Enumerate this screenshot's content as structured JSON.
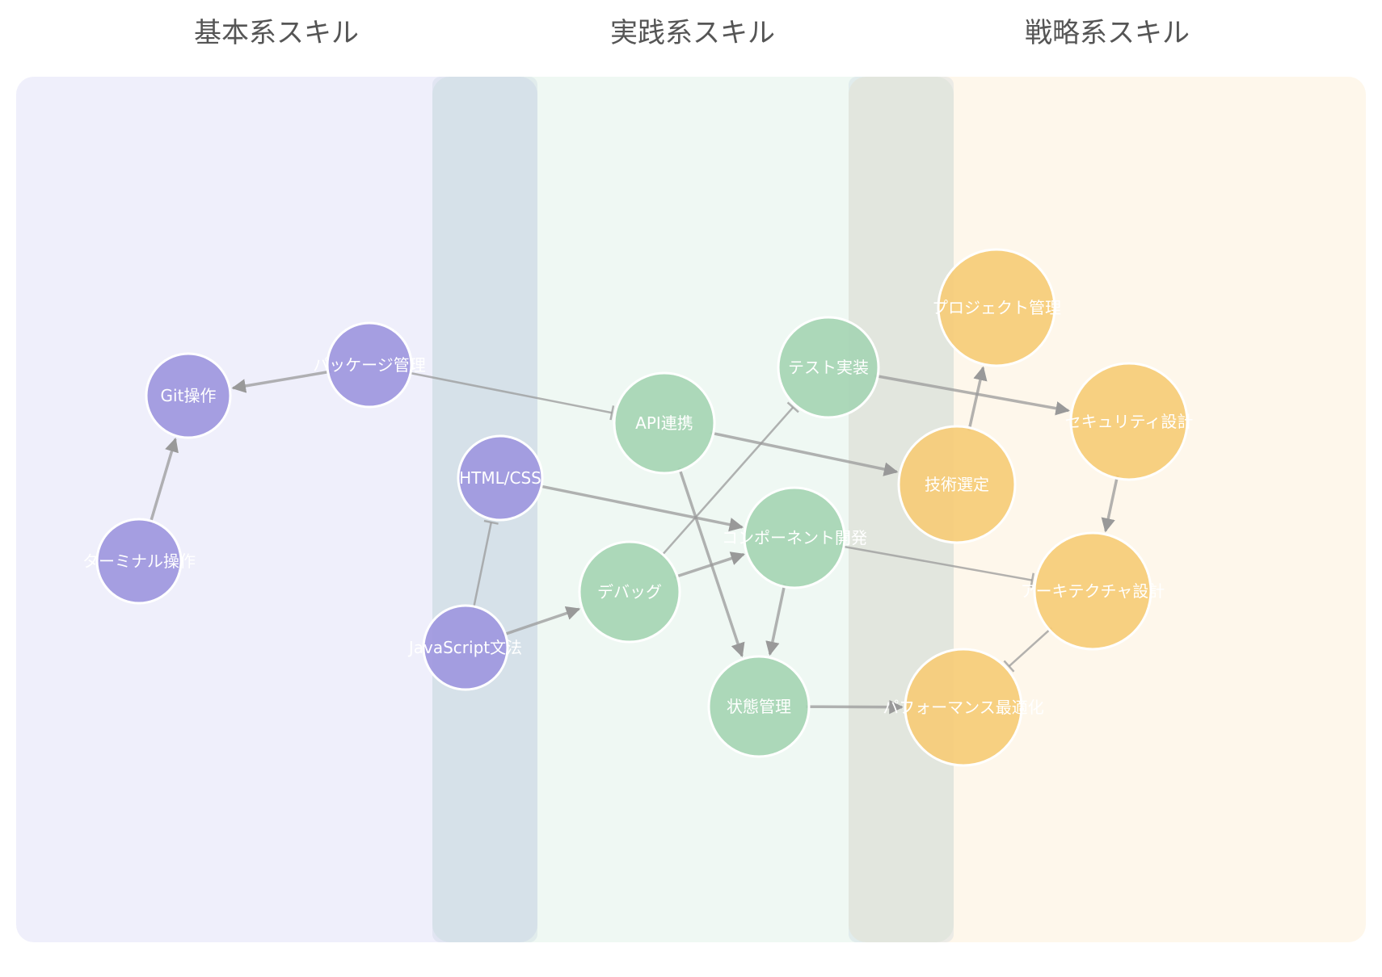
{
  "columns": [
    {
      "title": "基本系スキル",
      "color": "#7d7fe0"
    },
    {
      "title": "実践系スキル",
      "color": "#7fc79b"
    },
    {
      "title": "戦略系スキル",
      "color": "#f5c15a"
    }
  ],
  "overlap_color": "#b8c7d8",
  "node_colors": {
    "basic": "#9e97de",
    "practice": "#a6d5b4",
    "strategy": "#f6cc77"
  },
  "nodes": [
    {
      "id": "git",
      "label": "Git操作",
      "category": "basic"
    },
    {
      "id": "pkg",
      "label": "パッケージ管理",
      "category": "basic"
    },
    {
      "id": "term",
      "label": "ターミナル操作",
      "category": "basic"
    },
    {
      "id": "html",
      "label": "HTML/CSS",
      "category": "basic"
    },
    {
      "id": "js",
      "label": "JavaScript文法",
      "category": "basic"
    },
    {
      "id": "api",
      "label": "API連携",
      "category": "practice"
    },
    {
      "id": "test",
      "label": "テスト実装",
      "category": "practice"
    },
    {
      "id": "comp",
      "label": "コンポーネント開発",
      "category": "practice"
    },
    {
      "id": "debug",
      "label": "デバッグ",
      "category": "practice"
    },
    {
      "id": "state",
      "label": "状態管理",
      "category": "practice"
    },
    {
      "id": "pm",
      "label": "プロジェクト管理",
      "category": "strategy"
    },
    {
      "id": "sec",
      "label": "セキュリティ設計",
      "category": "strategy"
    },
    {
      "id": "tech",
      "label": "技術選定",
      "category": "strategy"
    },
    {
      "id": "arch",
      "label": "アーキテクチャ設計",
      "category": "strategy"
    },
    {
      "id": "perf",
      "label": "パフォーマンス最適化",
      "category": "strategy"
    }
  ],
  "edges": [
    {
      "from": "term",
      "to": "git",
      "type": "arrow"
    },
    {
      "from": "pkg",
      "to": "git",
      "type": "arrow"
    },
    {
      "from": "pkg",
      "to": "api",
      "type": "bar"
    },
    {
      "from": "js",
      "to": "html",
      "type": "bar"
    },
    {
      "from": "html",
      "to": "comp",
      "type": "arrow"
    },
    {
      "from": "js",
      "to": "debug",
      "type": "arrow"
    },
    {
      "from": "debug",
      "to": "comp",
      "type": "arrow"
    },
    {
      "from": "debug",
      "to": "test",
      "type": "bar"
    },
    {
      "from": "api",
      "to": "state",
      "type": "arrow"
    },
    {
      "from": "api",
      "to": "tech",
      "type": "arrow"
    },
    {
      "from": "comp",
      "to": "state",
      "type": "arrow"
    },
    {
      "from": "comp",
      "to": "arch",
      "type": "bar"
    },
    {
      "from": "state",
      "to": "perf",
      "type": "arrow"
    },
    {
      "from": "test",
      "to": "sec",
      "type": "arrow"
    },
    {
      "from": "tech",
      "to": "pm",
      "type": "arrow"
    },
    {
      "from": "sec",
      "to": "arch",
      "type": "arrow"
    },
    {
      "from": "arch",
      "to": "perf",
      "type": "bar"
    }
  ]
}
